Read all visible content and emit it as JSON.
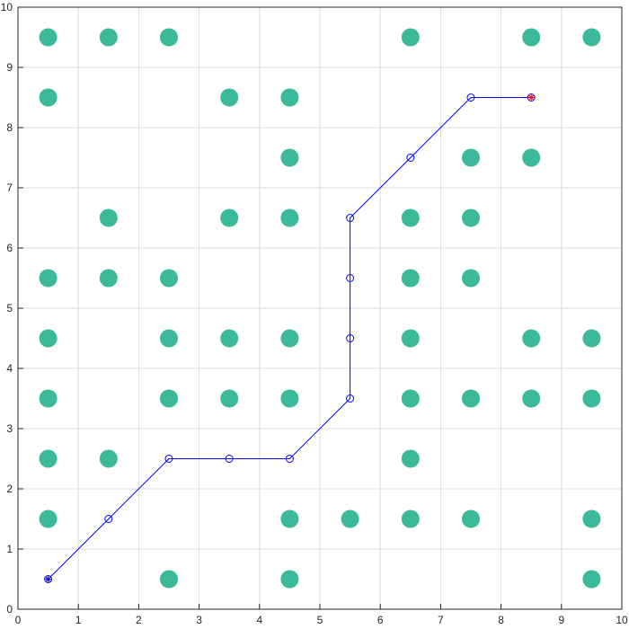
{
  "chart_data": {
    "type": "scatter",
    "title": "",
    "xlabel": "",
    "ylabel": "",
    "xlim": [
      0,
      10
    ],
    "ylim": [
      0,
      10
    ],
    "grid": true,
    "xticks": [
      "0",
      "1",
      "2",
      "3",
      "4",
      "5",
      "6",
      "7",
      "8",
      "9",
      "10"
    ],
    "yticks": [
      "0",
      "1",
      "2",
      "3",
      "4",
      "5",
      "6",
      "7",
      "8",
      "9",
      "10"
    ],
    "colors": {
      "obstacle": "#3bb999",
      "path": "#0000ff",
      "goal": "#ff0000",
      "grid": "#dcdcdc",
      "axis": "#262626"
    },
    "obstacles": [
      [
        0.5,
        9.5
      ],
      [
        1.5,
        9.5
      ],
      [
        2.5,
        9.5
      ],
      [
        6.5,
        9.5
      ],
      [
        8.5,
        9.5
      ],
      [
        9.5,
        9.5
      ],
      [
        0.5,
        8.5
      ],
      [
        3.5,
        8.5
      ],
      [
        4.5,
        8.5
      ],
      [
        4.5,
        7.5
      ],
      [
        7.5,
        7.5
      ],
      [
        8.5,
        7.5
      ],
      [
        1.5,
        6.5
      ],
      [
        3.5,
        6.5
      ],
      [
        4.5,
        6.5
      ],
      [
        6.5,
        6.5
      ],
      [
        7.5,
        6.5
      ],
      [
        0.5,
        5.5
      ],
      [
        1.5,
        5.5
      ],
      [
        2.5,
        5.5
      ],
      [
        6.5,
        5.5
      ],
      [
        7.5,
        5.5
      ],
      [
        0.5,
        4.5
      ],
      [
        2.5,
        4.5
      ],
      [
        3.5,
        4.5
      ],
      [
        4.5,
        4.5
      ],
      [
        6.5,
        4.5
      ],
      [
        8.5,
        4.5
      ],
      [
        9.5,
        4.5
      ],
      [
        0.5,
        3.5
      ],
      [
        2.5,
        3.5
      ],
      [
        3.5,
        3.5
      ],
      [
        4.5,
        3.5
      ],
      [
        6.5,
        3.5
      ],
      [
        7.5,
        3.5
      ],
      [
        8.5,
        3.5
      ],
      [
        9.5,
        3.5
      ],
      [
        0.5,
        2.5
      ],
      [
        1.5,
        2.5
      ],
      [
        6.5,
        2.5
      ],
      [
        0.5,
        1.5
      ],
      [
        4.5,
        1.5
      ],
      [
        5.5,
        1.5
      ],
      [
        6.5,
        1.5
      ],
      [
        7.5,
        1.5
      ],
      [
        9.5,
        1.5
      ],
      [
        2.5,
        0.5
      ],
      [
        4.5,
        0.5
      ],
      [
        9.5,
        0.5
      ]
    ],
    "path": [
      [
        0.5,
        0.5
      ],
      [
        1.5,
        1.5
      ],
      [
        2.5,
        2.5
      ],
      [
        3.5,
        2.5
      ],
      [
        4.5,
        2.5
      ],
      [
        5.5,
        3.5
      ],
      [
        5.5,
        4.5
      ],
      [
        5.5,
        5.5
      ],
      [
        5.5,
        6.5
      ],
      [
        6.5,
        7.5
      ],
      [
        7.5,
        8.5
      ],
      [
        8.5,
        8.5
      ]
    ],
    "start": [
      0.5,
      0.5
    ],
    "goal": [
      8.5,
      8.5
    ]
  }
}
